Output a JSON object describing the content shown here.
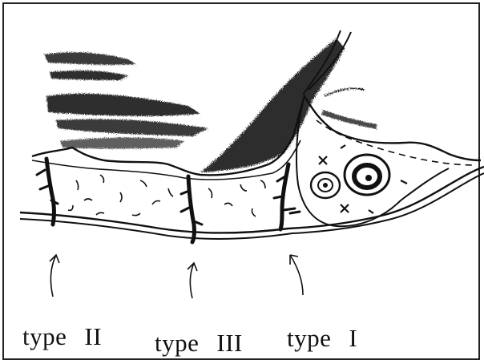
{
  "labels": [
    {
      "word": "type",
      "numeral": "II"
    },
    {
      "word": "type",
      "numeral": "III"
    },
    {
      "word": "type",
      "numeral": "I"
    }
  ],
  "colors": {
    "ink": "#111111",
    "paper": "#ffffff",
    "shade": "#1a1a1a"
  }
}
